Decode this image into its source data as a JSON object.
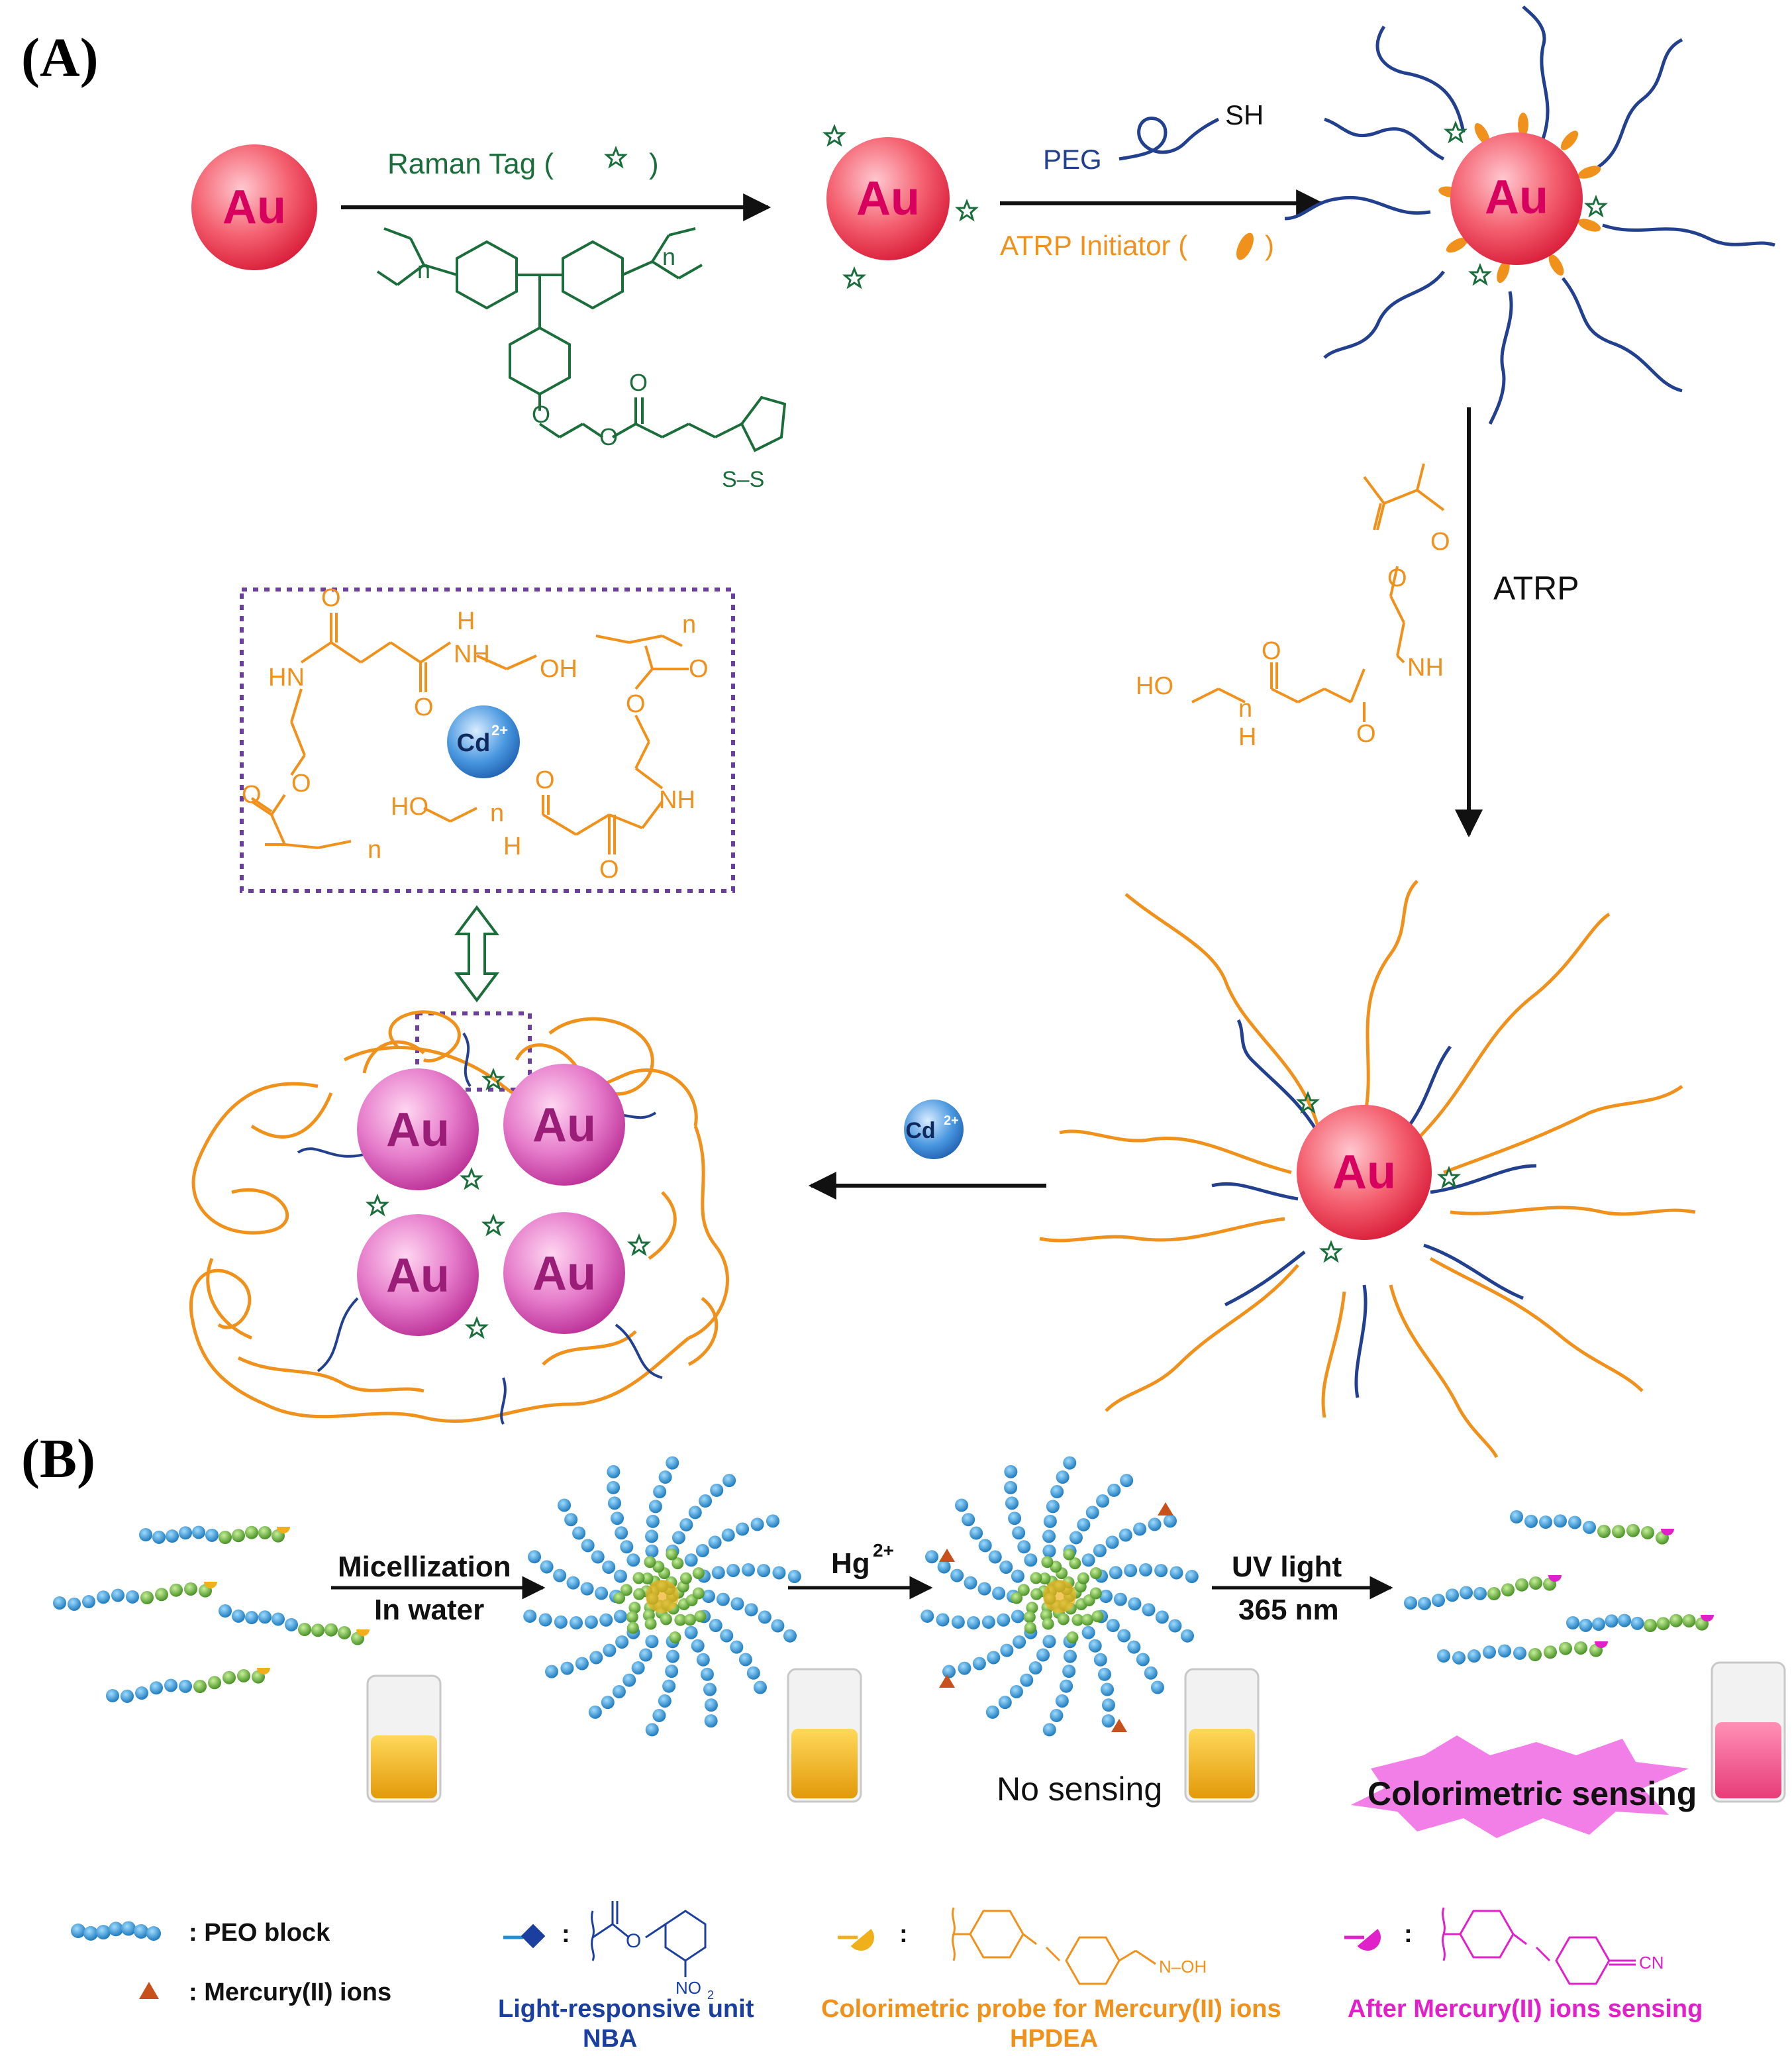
{
  "panels": {
    "a": "(A)",
    "b": "(B)"
  },
  "particles": {
    "gold": "Au"
  },
  "panel_a": {
    "raman_tag": "Raman Tag (",
    "raman_tag_close": ")",
    "peg": "PEG",
    "sh": "SH",
    "atrp_initiator": "ATRP Initiator (",
    "atrp_initiator_close": ")",
    "atrp": "ATRP",
    "cd_ion": "Cd",
    "cd_charge": "2+",
    "struct_labels": {
      "hn": "HN",
      "nh": "NH",
      "h": "H",
      "oh": "OH",
      "ho": "HO",
      "o": "O",
      "n": "n",
      "s": "S",
      "ss": "S–S"
    }
  },
  "panel_b": {
    "step1_line1": "Micellization",
    "step1_line2": "In water",
    "step2_ion": "Hg",
    "step2_charge": "2+",
    "step3_line1": "UV light",
    "step3_line2": "365 nm",
    "no_sensing": "No sensing",
    "colorimetric_sensing": "Colorimetric sensing"
  },
  "legend": {
    "peo": ": PEO block",
    "mercury": ":  Mercury(II) ions",
    "light_line1": "Light-responsive unit",
    "light_line2": "NBA",
    "probe_line1": "Colorimetric probe for Mercury(II) ions",
    "probe_line2": "HPDEA",
    "after": "After Mercury(II) ions sensing",
    "colon": ":",
    "no2": "NO",
    "no2_sub": "2",
    "n_oh": "N–OH",
    "cn": "CN"
  },
  "colors": {
    "au_red": "#e8203c",
    "au_pink": "#d23aa6",
    "raman_green": "#1b6e3c",
    "peg_blue": "#23408e",
    "poly_orange": "#f0911c",
    "cd_blue": "#2f7fd0",
    "peo_bead": "#1f8fd6",
    "hydrophobic_bead": "#5fa52a",
    "mercury_triangle": "#c8501a",
    "nba_blue": "#1b3f9e",
    "sensed_magenta": "#e020c8",
    "vial_yellow": "#f2b31a",
    "vial_pink": "#f0508a"
  }
}
